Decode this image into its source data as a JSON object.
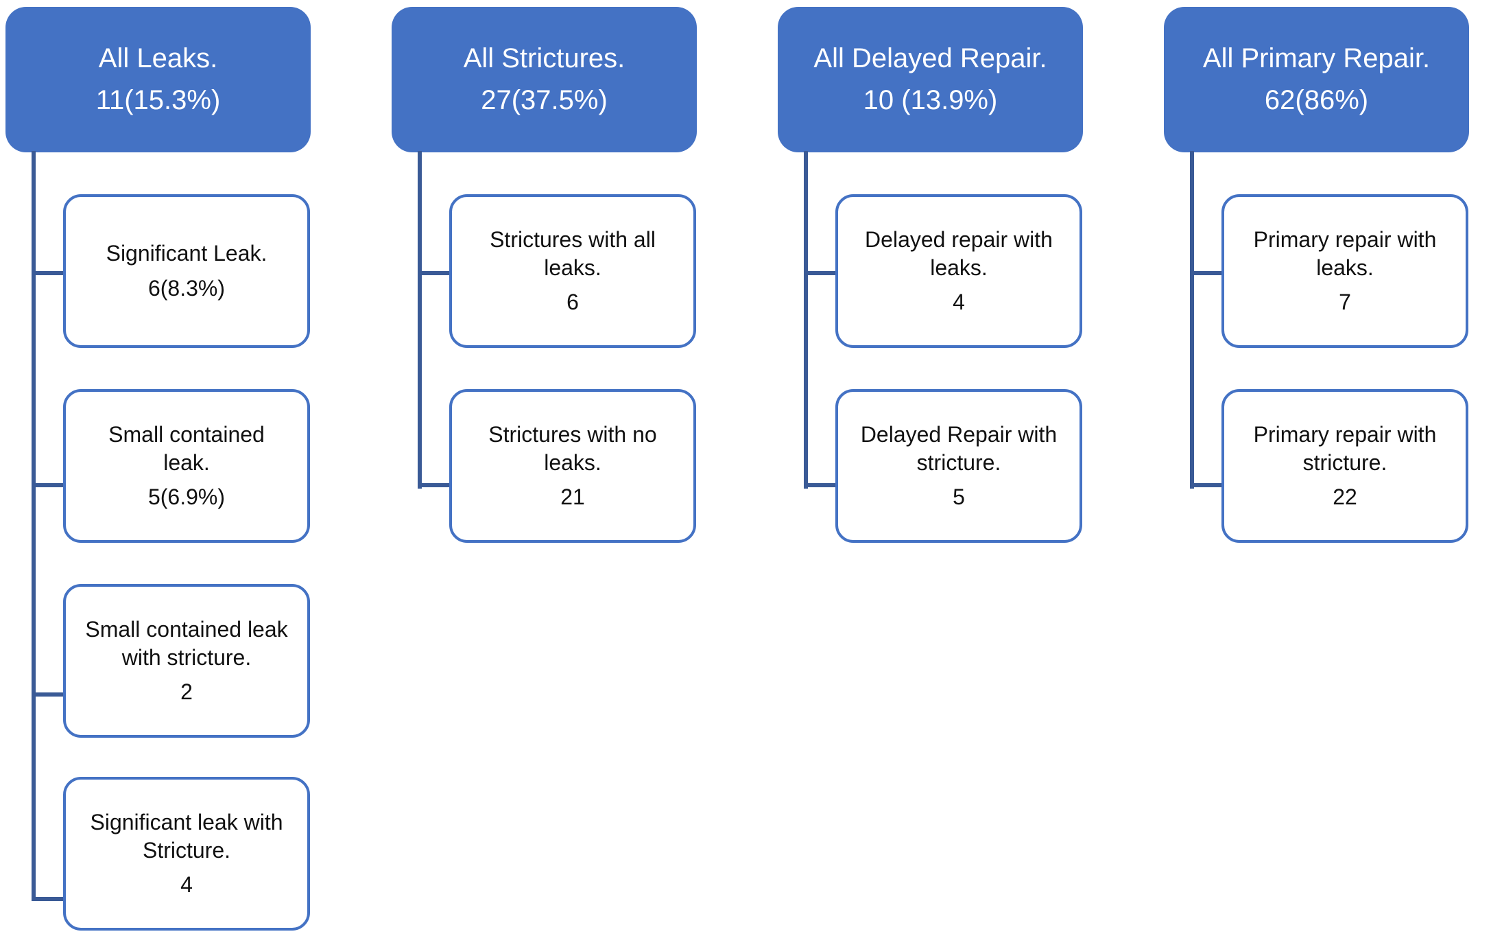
{
  "diagram": {
    "type": "hierarchy-flowchart",
    "colors": {
      "accent": "#4472C4",
      "connector": "#3A5A96",
      "node_fill": "#FFFFFF",
      "node_text": "#111111",
      "header_text": "#FFFFFF"
    },
    "columns": [
      {
        "id": "all-leaks",
        "header": {
          "label": "All Leaks.",
          "value": "11(15.3%)"
        },
        "children": [
          {
            "label": "Significant Leak.",
            "value": "6(8.3%)"
          },
          {
            "label": "Small contained leak.",
            "value": "5(6.9%)"
          },
          {
            "label": "Small contained leak with stricture.",
            "value": "2"
          },
          {
            "label": "Significant leak with Stricture.",
            "value": "4"
          }
        ]
      },
      {
        "id": "all-strictures",
        "header": {
          "label": "All Strictures.",
          "value": "27(37.5%)"
        },
        "children": [
          {
            "label": "Strictures with all leaks.",
            "value": "6"
          },
          {
            "label": "Strictures with no leaks.",
            "value": "21"
          }
        ]
      },
      {
        "id": "all-delayed-repair",
        "header": {
          "label": "All Delayed Repair.",
          "value": "10 (13.9%)"
        },
        "children": [
          {
            "label": "Delayed repair with leaks.",
            "value": "4"
          },
          {
            "label": "Delayed Repair with stricture.",
            "value": "5"
          }
        ]
      },
      {
        "id": "all-primary-repair",
        "header": {
          "label": "All Primary Repair.",
          "value": "62(86%)"
        },
        "children": [
          {
            "label": "Primary repair with leaks.",
            "value": "7"
          },
          {
            "label": "Primary repair with stricture.",
            "value": "22"
          }
        ]
      }
    ]
  }
}
